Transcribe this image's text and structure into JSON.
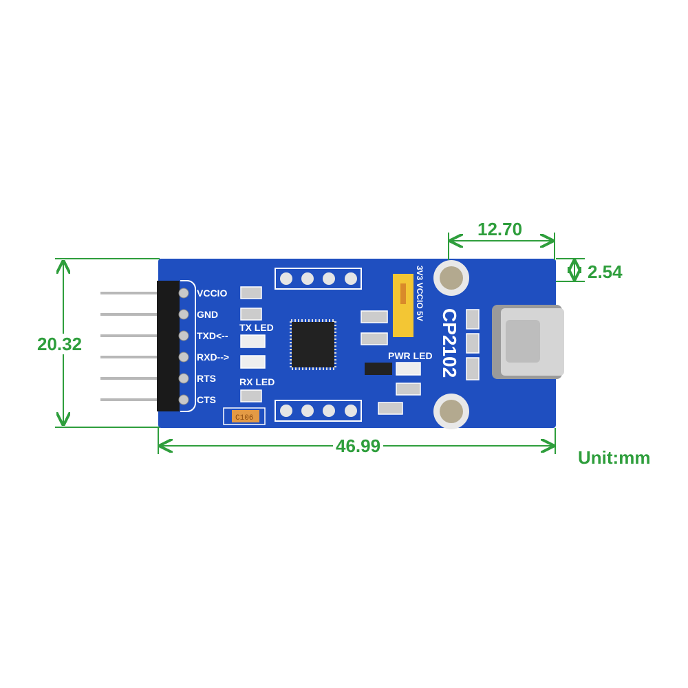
{
  "dimensions": {
    "width_total": "46.99",
    "height_total": "20.32",
    "usb_connector_width": "12.70",
    "edge_offset": "2.54",
    "unit": "Unit:mm"
  },
  "board": {
    "chip_label": "CP2102",
    "pins": [
      "VCCIO",
      "GND",
      "TXD<--",
      "RXD-->",
      "RTS",
      "CTS"
    ],
    "led_labels": {
      "tx": "TX LED",
      "rx": "RX LED",
      "pwr": "PWR LED"
    },
    "jumper_label": "3V3 VCCIO 5V",
    "capacitor_label": "C106"
  },
  "colors": {
    "board": "#1f4fc0",
    "dimension": "#2e9e3c",
    "jumper": "#f3c634"
  }
}
